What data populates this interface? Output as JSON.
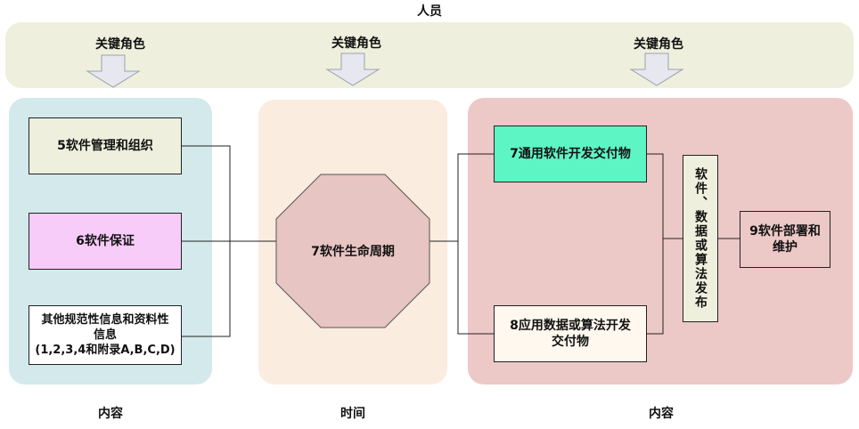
{
  "people": {
    "title": "人员",
    "role_label": "关键角色"
  },
  "left_panel": {
    "management": "5软件管理和组织",
    "assurance": "6软件保证",
    "other_line1": "其他规范性信息和资料性",
    "other_line2": "信息",
    "other_line3": "(1,2,3,4和附录A,B,C,D)",
    "caption": "内容"
  },
  "middle_panel": {
    "lifecycle": "7软件生命周期",
    "caption": "时间"
  },
  "right_panel": {
    "general": "7通用软件开发交付物",
    "app_line1": "8应用数据或算法开发",
    "app_line2": "交付物",
    "release": "软件、数据或算法发布",
    "deploy_line1": "9软件部署和",
    "deploy_line2": "维护",
    "caption": "内容"
  },
  "colors": {
    "people_band": "#eef0dd",
    "left_panel": "#d3e9ec",
    "middle_panel": "#fbece0",
    "right_panel": "#ecc8c6",
    "octagon": "#e7c5c3",
    "assurance_box": "#f8ccf8",
    "general_box": "#5ef5c4"
  }
}
